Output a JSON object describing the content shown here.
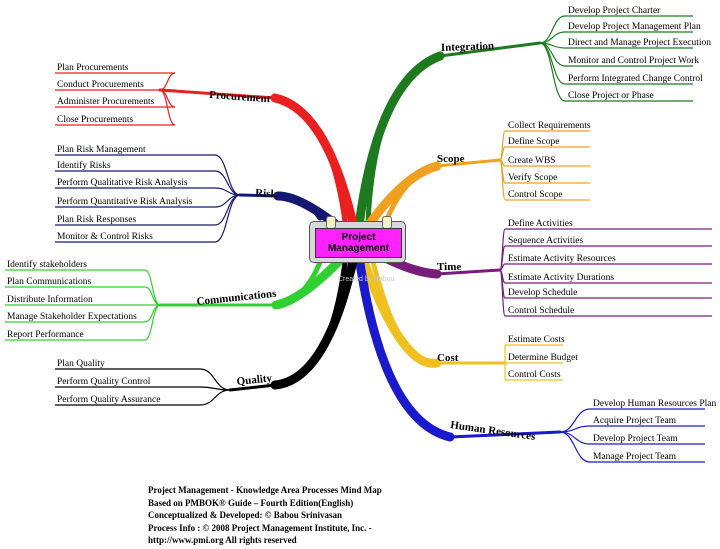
{
  "center": {
    "title_line1": "Project",
    "title_line2": "Management"
  },
  "watermark": "Created by Babou",
  "branches": [
    {
      "name": "Integration",
      "color": "#1e7a1e",
      "items": [
        "Develop Project Charter",
        "Develop Project Management Plan",
        "Direct and  Manage Project Execution",
        "Monitor and Control Project Work",
        "Perform Integrated Change Control",
        "Close Project  or Phase"
      ]
    },
    {
      "name": "Scope",
      "color": "#f0a020",
      "items": [
        "Collect Requirements",
        "Define Scope",
        "Create WBS",
        "Verify Scope",
        "Control Scope"
      ]
    },
    {
      "name": "Time",
      "color": "#7a1a7a",
      "items": [
        "Define Activities",
        "Sequence Activities",
        "Estimate Activity Resources",
        "Estimate Activity Durations",
        "Develop Schedule",
        "Control Schedule"
      ]
    },
    {
      "name": "Cost",
      "color": "#f0c020",
      "items": [
        "Estimate Costs",
        "Determine Budget",
        "Control Costs"
      ]
    },
    {
      "name": "Human Resources",
      "color": "#1a1acc",
      "items": [
        "Develop Human Resources Plan",
        "Acquire Project Team",
        "Develop Project Team",
        "Manage Project Team"
      ]
    },
    {
      "name": "Procurement",
      "color": "#e82020",
      "items": [
        "Plan  Procurements",
        "Conduct Procurements",
        "Administer  Procurements",
        "Close  Procurements"
      ]
    },
    {
      "name": "Risk",
      "color": "#141870",
      "items": [
        "Plan  Risk Management",
        "Identify  Risks",
        "Perform Qualitative  Risk Analysis",
        "Perform Quantitative  Risk Analysis",
        "Plan  Risk Responses",
        "Monitor &  Control Risks"
      ]
    },
    {
      "name": "Communications",
      "color": "#30d030",
      "items": [
        "Identify stakeholders",
        "Plan  Communications",
        "Distribute Information",
        "Manage Stakeholder Expectations",
        "Report Performance"
      ]
    },
    {
      "name": "Quality",
      "color": "#000000",
      "items": [
        "Plan Quality",
        "Perform Quality Control",
        "Perform Quality  Assurance"
      ]
    }
  ],
  "footer": {
    "line1": "Project Management - Knowledge Area Processes Mind Map",
    "line2": "Based on PMBOK® Guide – Fourth Edition(English)",
    "line3": "Conceptualized & Developed: ©  Babou Srinivasan",
    "line4": "Process Info : © 2008 Project Management Institute, Inc. -",
    "line5": "http://www.pmi.org   All rights reserved"
  }
}
